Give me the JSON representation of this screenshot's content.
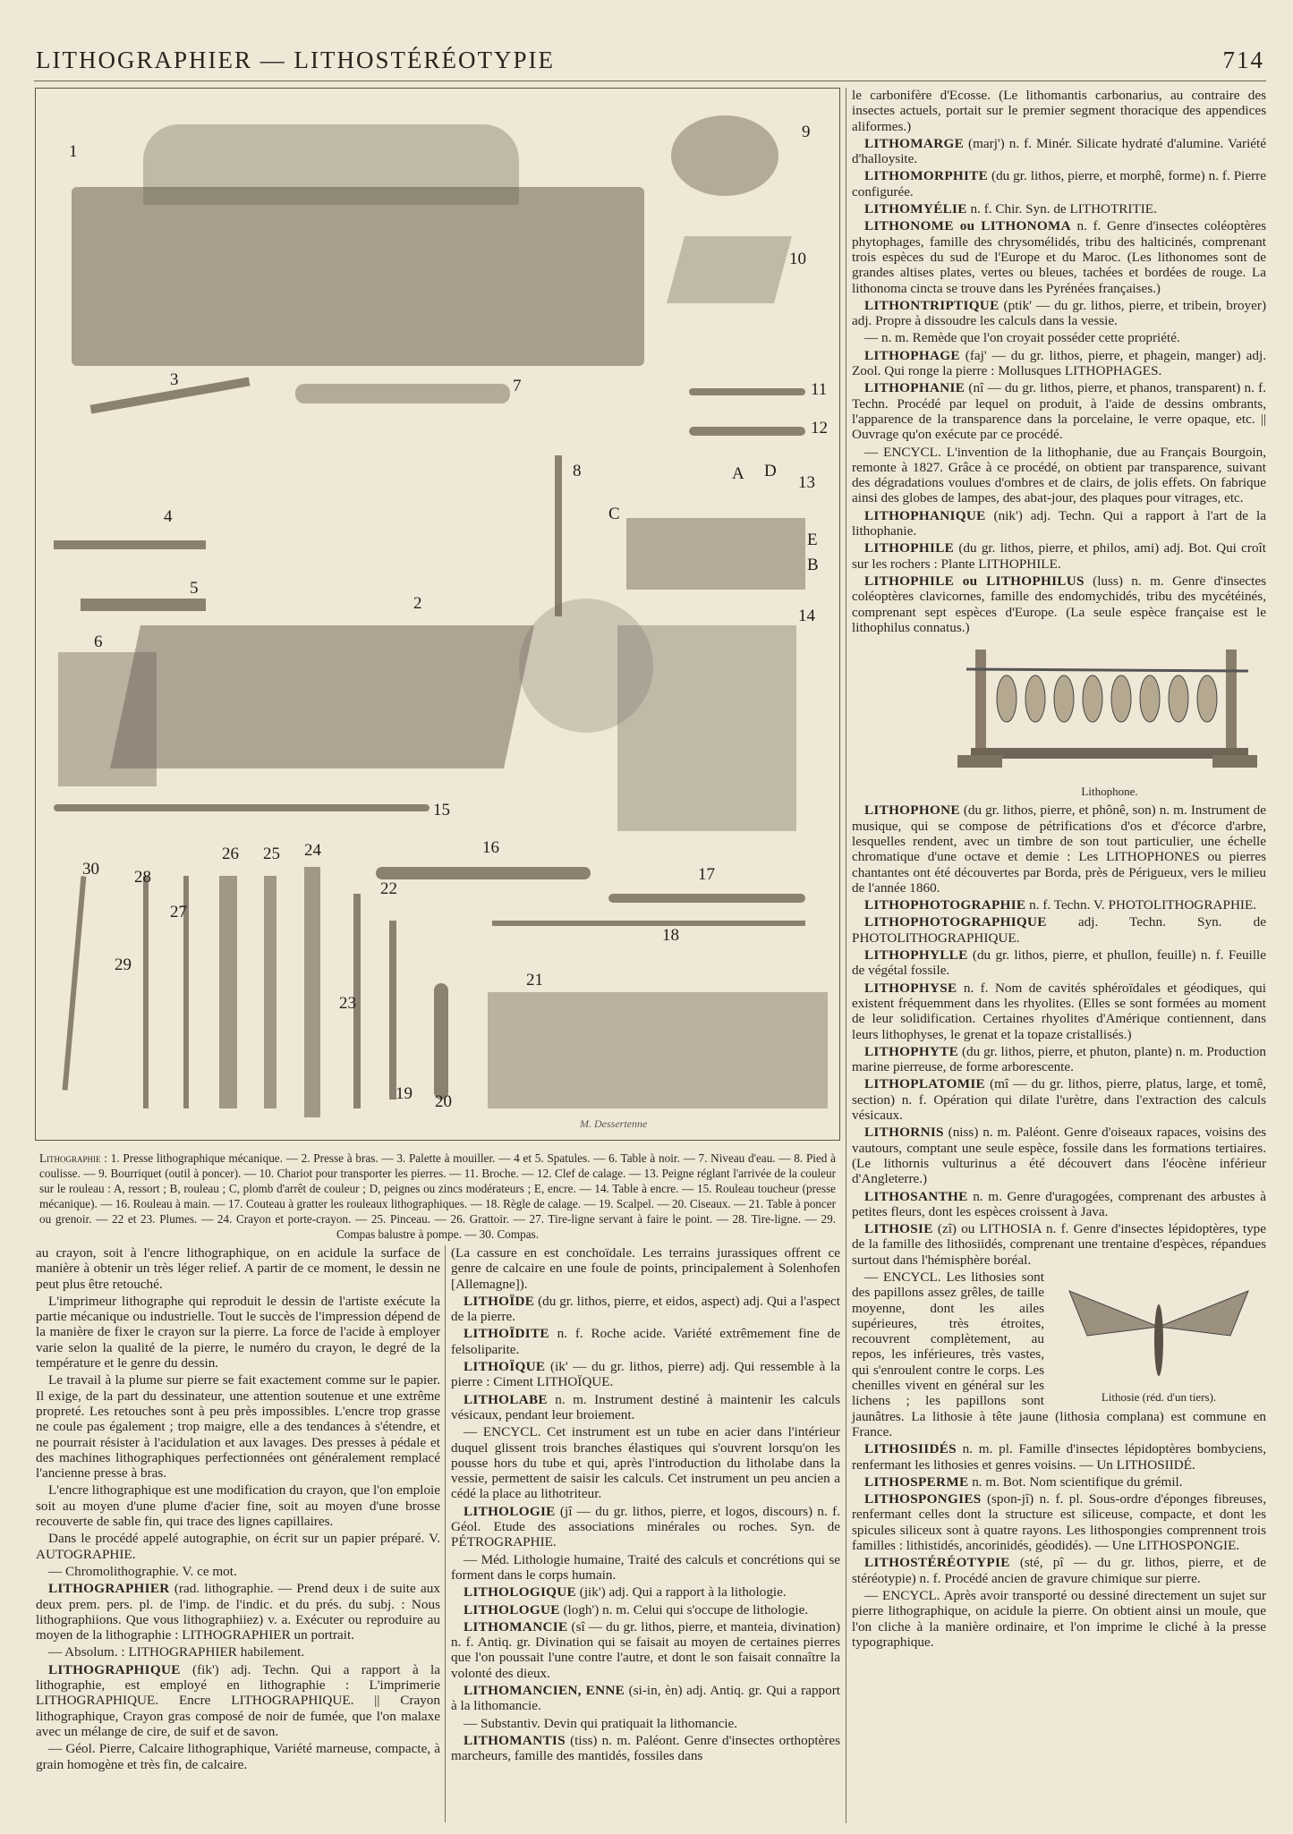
{
  "header": {
    "title": "LITHOGRAPHIER — LITHOSTÉRÉOTYPIE",
    "page_number": "714"
  },
  "figure": {
    "labels": [
      "1",
      "2",
      "3",
      "4",
      "5",
      "6",
      "7",
      "8",
      "9",
      "10",
      "11",
      "12",
      "13",
      "14",
      "15",
      "16",
      "17",
      "18",
      "19",
      "20",
      "21",
      "22",
      "23",
      "24",
      "25",
      "26",
      "27",
      "28",
      "29",
      "30",
      "A",
      "B",
      "C",
      "D",
      "E"
    ],
    "signature": "M. Dessertenne",
    "caption_lead": "Lithographie :",
    "caption_text": "1. Presse lithographique mécanique. — 2. Presse à bras. — 3. Palette à mouiller. — 4 et 5. Spatules. — 6. Table à noir. — 7. Niveau d'eau. — 8. Pied à coulisse. — 9. Bourriquet (outil à poncer). — 10. Chariot pour transporter les pierres. — 11. Broche. — 12. Clef de calage. — 13. Peigne réglant l'arrivée de la couleur sur le rouleau : A, ressort ; B, rouleau ; C, plomb d'arrêt de couleur ; D, peignes ou zincs modérateurs ; E, encre. — 14. Table à encre. — 15. Rouleau toucheur (presse mécanique). — 16. Rouleau à main. — 17. Couteau à gratter les rouleaux lithographiques. — 18. Règle de calage. — 19. Scalpel. — 20. Ciseaux. — 21. Table à poncer ou grenoir. — 22 et 23. Plumes. — 24. Crayon et porte-crayon. — 25. Pinceau. — 26. Grattoir. — 27. Tire-ligne servant à faire le point. — 28. Tire-ligne. — 29. Compas balustre à pompe. — 30. Compas."
  },
  "columns": [
    [
      {
        "c": "au crayon, soit à l'encre lithographique, on en acidule la surface de manière à obtenir un très léger relief. A partir de ce moment, le dessin ne peut plus être retouché."
      },
      {
        "b": "L'imprimeur lithographe qui reproduit le dessin de l'artiste exécute la partie mécanique ou industrielle. Tout le succès de l'impression dépend de la manière de fixer le crayon sur la pierre. La force de l'acide à employer varie selon la qualité de la pierre, le numéro du crayon, le degré de la température et le genre du dessin."
      },
      {
        "b": "Le travail à la plume sur pierre se fait exactement comme sur le papier. Il exige, de la part du dessinateur, une attention soutenue et une extrême propreté. Les retouches sont à peu près impossibles. L'encre trop grasse ne coule pas également ; trop maigre, elle a des tendances à s'étendre, et ne pourrait résister à l'acidulation et aux lavages. Des presses à pédale et des machines lithographiques perfectionnées ont généralement remplacé l'ancienne presse à bras."
      },
      {
        "b": "L'encre lithographique est une modification du crayon, que l'on emploie soit au moyen d'une plume d'acier fine, soit au moyen d'une brosse recouverte de sable fin, qui trace des lignes capillaires."
      },
      {
        "b": "Dans le procédé appelé autographie, on écrit sur un papier préparé. V. AUTOGRAPHIE."
      },
      {
        "b": "— Chromolithographie. V. ce mot."
      },
      {
        "h": "LITHOGRAPHIER",
        "b": " (rad. lithographie. — Prend deux i de suite aux deux prem. pers. pl. de l'imp. de l'indic. et du prés. du subj. : Nous lithographiions. Que vous lithographiiez) v. a. Exécuter ou reproduire au moyen de la lithographie : LITHOGRAPHIER un portrait."
      },
      {
        "b": "— Absolum. : LITHOGRAPHIER habilement."
      },
      {
        "h": "LITHOGRAPHIQUE",
        "b": " (fik') adj. Techn. Qui a rapport à la lithographie, est employé en lithographie : L'imprimerie LITHOGRAPHIQUE. Encre LITHOGRAPHIQUE. || Crayon lithographique, Crayon gras composé de noir de fumée, que l'on malaxe avec un mélange de cire, de suif et de savon."
      },
      {
        "b": "— Géol. Pierre, Calcaire lithographique, Variété marneuse, compacte, à grain homogène et très fin, de calcaire."
      }
    ],
    [
      {
        "c": "(La cassure en est conchoïdale. Les terrains jurassiques offrent ce genre de calcaire en une foule de points, principalement à Solenhofen [Allemagne])."
      },
      {
        "h": "LITHOÏDE",
        "b": " (du gr. lithos, pierre, et eidos, aspect) adj. Qui a l'aspect de la pierre."
      },
      {
        "h": "LITHOÏDITE",
        "b": " n. f. Roche acide. Variété extrêmement fine de felsoliparite."
      },
      {
        "h": "LITHOÏQUE",
        "b": " (ik' — du gr. lithos, pierre) adj. Qui ressemble à la pierre : Ciment LITHOÏQUE."
      },
      {
        "h": "LITHOLABE",
        "b": " n. m. Instrument destiné à maintenir les calculs vésicaux, pendant leur broiement."
      },
      {
        "b": "— ENCYCL. Cet instrument est un tube en acier dans l'intérieur duquel glissent trois branches élastiques qui s'ouvrent lorsqu'on les pousse hors du tube et qui, après l'introduction du litholabe dans la vessie, permettent de saisir les calculs. Cet instrument un peu ancien a cédé la place au lithotriteur."
      },
      {
        "h": "LITHOLOGIE",
        "b": " (jî — du gr. lithos, pierre, et logos, discours) n. f. Géol. Etude des associations minérales ou roches. Syn. de PÉTROGRAPHIE."
      },
      {
        "b": "— Méd. Lithologie humaine, Traité des calculs et concrétions qui se forment dans le corps humain."
      },
      {
        "h": "LITHOLOGIQUE",
        "b": " (jik') adj. Qui a rapport à la lithologie."
      },
      {
        "h": "LITHOLOGUE",
        "b": " (logh') n. m. Celui qui s'occupe de lithologie."
      },
      {
        "h": "LITHOMANCIE",
        "b": " (sî — du gr. lithos, pierre, et manteia, divination) n. f. Antiq. gr. Divination qui se faisait au moyen de certaines pierres que l'on poussait l'une contre l'autre, et dont le son faisait connaître la volonté des dieux."
      },
      {
        "h": "LITHOMANCIEN, ENNE",
        "b": " (si-in, èn) adj. Antiq. gr. Qui a rapport à la lithomancie."
      },
      {
        "b": "— Substantiv. Devin qui pratiquait la lithomancie."
      },
      {
        "h": "LITHOMANTIS",
        "b": " (tiss) n. m. Paléont. Genre d'insectes orthoptères marcheurs, famille des mantidés, fossiles dans"
      }
    ],
    [
      {
        "c": "le carbonifère d'Ecosse. (Le lithomantis carbonarius, au contraire des insectes actuels, portait sur le premier segment thoracique des appendices aliformes.)"
      },
      {
        "h": "LITHOMARGE",
        "b": " (marj') n. f. Minér. Silicate hydraté d'alumine. Variété d'halloysite."
      },
      {
        "h": "LITHOMORPHITE",
        "b": " (du gr. lithos, pierre, et morphê, forme) n. f. Pierre configurée."
      },
      {
        "h": "LITHOMYÉLIE",
        "b": " n. f. Chir. Syn. de LITHOTRITIE."
      },
      {
        "h": "LITHONOME ou LITHONOMA",
        "b": " n. f. Genre d'insectes coléoptères phytophages, famille des chrysomélidés, tribu des halticinés, comprenant trois espèces du sud de l'Europe et du Maroc. (Les lithonomes sont de grandes altises plates, vertes ou bleues, tachées et bordées de rouge. La lithonoma cincta se trouve dans les Pyrénées françaises.)"
      },
      {
        "h": "LITHONTRIPTIQUE",
        "b": " (ptik' — du gr. lithos, pierre, et tribein, broyer) adj. Propre à dissoudre les calculs dans la vessie."
      },
      {
        "b": "— n. m. Remède que l'on croyait posséder cette propriété."
      },
      {
        "h": "LITHOPHAGE",
        "b": " (faj' — du gr. lithos, pierre, et phagein, manger) adj. Zool. Qui ronge la pierre : Mollusques LITHOPHAGES."
      },
      {
        "h": "LITHOPHANIE",
        "b": " (nî — du gr. lithos, pierre, et phanos, transparent) n. f. Techn. Procédé par lequel on produit, à l'aide de dessins ombrants, l'apparence de la transparence dans la porcelaine, le verre opaque, etc. || Ouvrage qu'on exécute par ce procédé."
      },
      {
        "b": "— ENCYCL. L'invention de la lithophanie, due au Français Bourgoin, remonte à 1827. Grâce à ce procédé, on obtient par transparence, suivant des dégradations voulues d'ombres et de clairs, de jolis effets. On fabrique ainsi des globes de lampes, des abat-jour, des plaques pour vitrages, etc."
      },
      {
        "h": "LITHOPHANIQUE",
        "b": " (nik') adj. Techn. Qui a rapport à l'art de la lithophanie."
      },
      {
        "h": "LITHOPHILE",
        "b": " (du gr. lithos, pierre, et philos, ami) adj. Bot. Qui croît sur les rochers : Plante LITHOPHILE."
      },
      {
        "h": "LITHOPHILE ou LITHOPHILUS",
        "b": " (luss) n. m. Genre d'insectes coléoptères clavicornes, famille des endomychidés, tribu des mycétéinés, comprenant sept espèces d'Europe. (La seule espèce française est le lithophilus connatus.)"
      },
      {
        "fig": "lithophone",
        "cap": "Lithophone."
      },
      {
        "h": "LITHOPHONE",
        "b": " (du gr. lithos, pierre, et phônê, son) n. m. Instrument de musique, qui se compose de pétrifications d'os et d'écorce d'arbre, lesquelles rendent, avec un timbre de son tout particulier, une échelle chromatique d'une octave et demie : Les LITHOPHONES ou pierres chantantes ont été découvertes par Borda, près de Périgueux, vers le milieu de l'année 1860."
      },
      {
        "h": "LITHOPHOTOGRAPHIE",
        "b": " n. f. Techn. V. PHOTOLITHOGRAPHIE."
      },
      {
        "h": "LITHOPHOTOGRAPHIQUE",
        "b": " adj. Techn. Syn. de PHOTOLITHOGRAPHIQUE."
      },
      {
        "h": "LITHOPHYLLE",
        "b": " (du gr. lithos, pierre, et phullon, feuille) n. f. Feuille de végétal fossile."
      },
      {
        "h": "LITHOPHYSE",
        "b": " n. f. Nom de cavités sphéroïdales et géodiques, qui existent fréquemment dans les rhyolites. (Elles se sont formées au moment de leur solidification. Certaines rhyolites d'Amérique contiennent, dans leurs lithophyses, le grenat et la topaze cristallisés.)"
      },
      {
        "h": "LITHOPHYTE",
        "b": " (du gr. lithos, pierre, et phuton, plante) n. m. Production marine pierreuse, de forme arborescente."
      },
      {
        "h": "LITHOPLATOMIE",
        "b": " (mî — du gr. lithos, pierre, platus, large, et tomê, section) n. f. Opération qui dilate l'urètre, dans l'extraction des calculs vésicaux."
      },
      {
        "h": "LITHORNIS",
        "b": " (niss) n. m. Paléont. Genre d'oiseaux rapaces, voisins des vautours, comptant une seule espèce, fossile dans les formations tertiaires. (Le lithornis vulturinus a été découvert dans l'éocène inférieur d'Angleterre.)"
      },
      {
        "h": "LITHOSANTHE",
        "b": " n. m. Genre d'uragogées, comprenant des arbustes à petites fleurs, dont les espèces croissent à Java."
      },
      {
        "h": "LITHOSIE",
        "b": " (zî) ou LITHOSIA n. f. Genre d'insectes lépidoptères, type de la famille des lithosiidés, comprenant une trentaine d'espèces, répandues surtout dans l'hémisphère boréal."
      },
      {
        "fig": "lithosie",
        "cap": "Lithosie (réd. d'un tiers)."
      },
      {
        "b": "— ENCYCL. Les lithosies sont des papillons assez grêles, de taille moyenne, dont les ailes supérieures, très étroites, recouvrent complètement, au repos, les inférieures, très vastes, qui s'enroulent contre le corps. Les chenilles vivent en général sur les lichens ; les papillons sont jaunâtres. La lithosie à tête jaune (lithosia complana) est commune en France."
      },
      {
        "h": "LITHOSIIDÉS",
        "b": " n. m. pl. Famille d'insectes lépidoptères bombyciens, renfermant les lithosies et genres voisins. — Un LITHOSIIDÉ."
      },
      {
        "h": "LITHOSPERME",
        "b": " n. m. Bot. Nom scientifique du grémil."
      },
      {
        "h": "LITHOSPONGIES",
        "b": " (spon-jî) n. f. pl. Sous-ordre d'éponges fibreuses, renfermant celles dont la structure est siliceuse, compacte, et dont les spicules siliceux sont à quatre rayons. Les lithospongies comprennent trois familles : lithistidés, ancorinidés, géodidés). — Une LITHOSPONGIE."
      },
      {
        "h": "LITHOSTÉRÉOTYPIE",
        "b": " (sté, pî — du gr. lithos, pierre, et de stéréotypie) n. f. Procédé ancien de gravure chimique sur pierre."
      },
      {
        "b": "— ENCYCL. Après avoir transporté ou dessiné directement un sujet sur pierre lithographique, on acidule la pierre. On obtient ainsi un moule, que l'on cliche à la manière ordinaire, et l'on imprime le cliché à la presse typographique."
      }
    ]
  ]
}
